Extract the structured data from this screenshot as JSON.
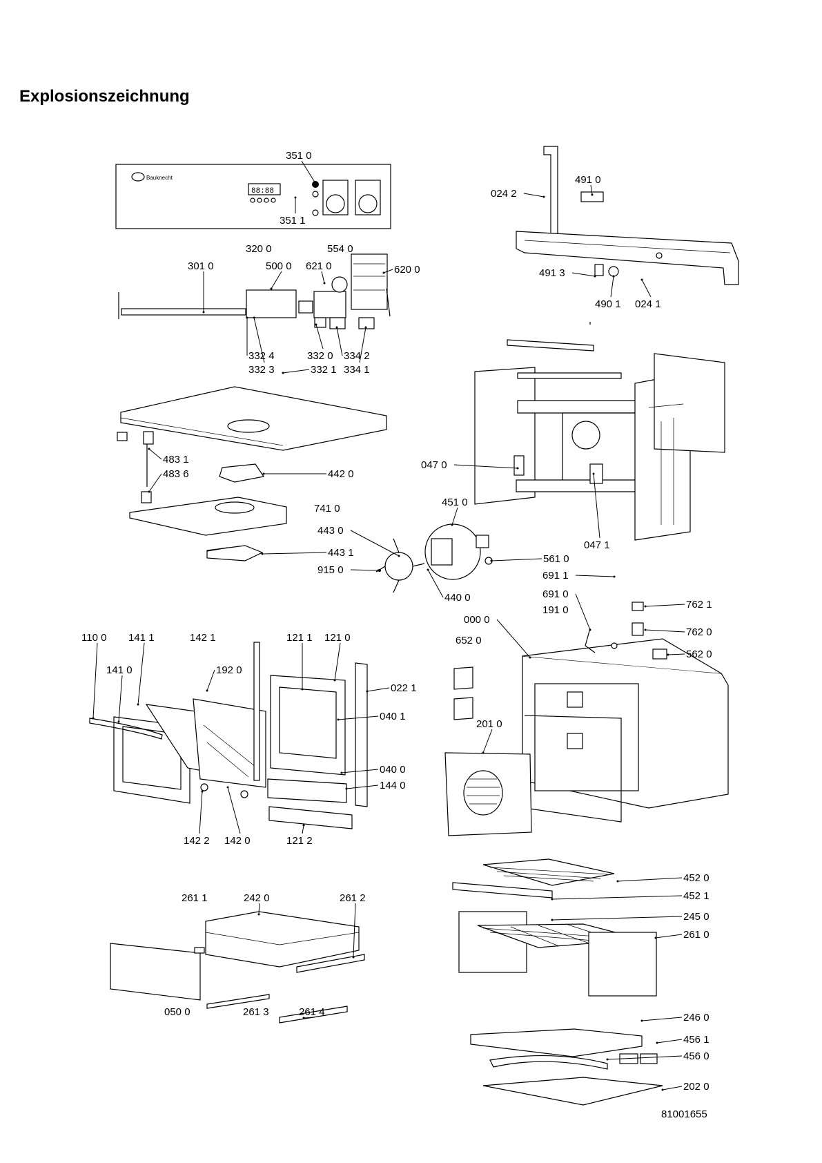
{
  "title": "Explosionszeichnung",
  "document_number": "81001655",
  "panel": {
    "brand": "Bauknecht",
    "display": "88:88"
  },
  "callouts": [
    "351 0",
    "351 1",
    "320 0",
    "554 0",
    "301 0",
    "500 0",
    "621 0",
    "620 0",
    "332 4",
    "332 3",
    "332 0",
    "332 1",
    "334 2",
    "334 1",
    "024 2",
    "491 0",
    "491 3",
    "490 1",
    "024 1",
    "483 1",
    "483 6",
    "442 0",
    "741 0",
    "047 0",
    "047 1",
    "451 0",
    "443 0",
    "443 1",
    "915 0",
    "440 0",
    "561 0",
    "691 1",
    "691 0",
    "191 0",
    "762 1",
    "000 0",
    "762 0",
    "652 0",
    "562 0",
    "110 0",
    "141 1",
    "142 1",
    "141 0",
    "192 0",
    "121 1",
    "121 0",
    "022 1",
    "040 1",
    "040 0",
    "144 0",
    "142 2",
    "142 0",
    "121 2",
    "201 0",
    "452 0",
    "452 1",
    "245 0",
    "261 0",
    "246 0",
    "456 1",
    "456 0",
    "202 0",
    "261 1",
    "242 0",
    "261 2",
    "050 0",
    "261 3",
    "261 4"
  ]
}
